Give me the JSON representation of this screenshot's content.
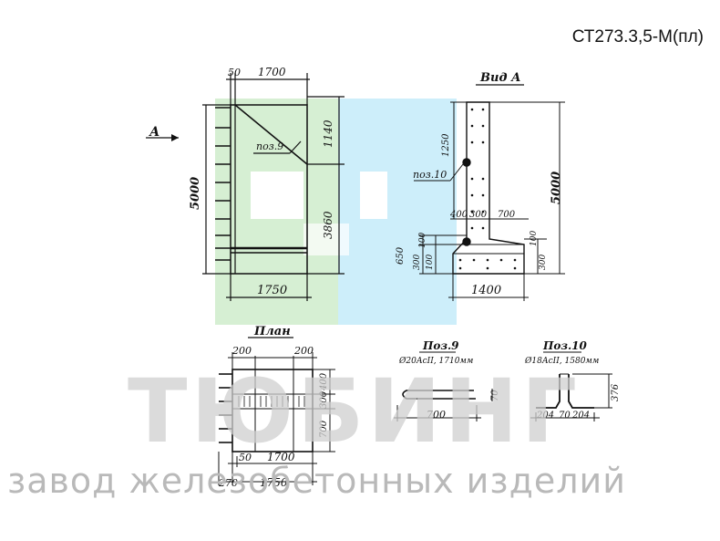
{
  "title": "СТ273.3,5-М(пл)",
  "watermark": {
    "brand": "ТЮБИНГ",
    "subtitle": "завод железобетонных изделий",
    "colors": {
      "green": "#d6efd3",
      "blue": "#cdeefa"
    }
  },
  "front_view": {
    "view_marker": "А",
    "dims": {
      "top_offset": "50",
      "top_width": "1700",
      "height_total": "5000",
      "upper_height": "1140",
      "lower_height": "3860",
      "base_width": "1750"
    },
    "bar_label": "поз.9"
  },
  "side_view": {
    "title": "Вид А",
    "dims": {
      "h1250": "1250",
      "d400": "400",
      "d300": "300",
      "d700": "700",
      "h650": "650",
      "h100a": "100",
      "h300": "300",
      "h100b": "100",
      "h100c": "100",
      "h300b": "300",
      "height_total": "5000",
      "base_width": "1400"
    },
    "bar_label": "поз.10"
  },
  "plan": {
    "title": "План",
    "dims": {
      "left_200": "200",
      "right_200": "200",
      "r400": "400",
      "r300": "300",
      "r700": "700",
      "b50": "50",
      "b1700": "1700",
      "b270": "270",
      "b1750": "1750"
    }
  },
  "pos9": {
    "title": "Поз.9",
    "spec": "Ø20АсII, 1710мм",
    "len": "700",
    "h": "70"
  },
  "pos10": {
    "title": "Поз.10",
    "spec": "Ø18АсII, 1580мм",
    "a": "204",
    "b": "70",
    "c": "204",
    "h": "376"
  }
}
